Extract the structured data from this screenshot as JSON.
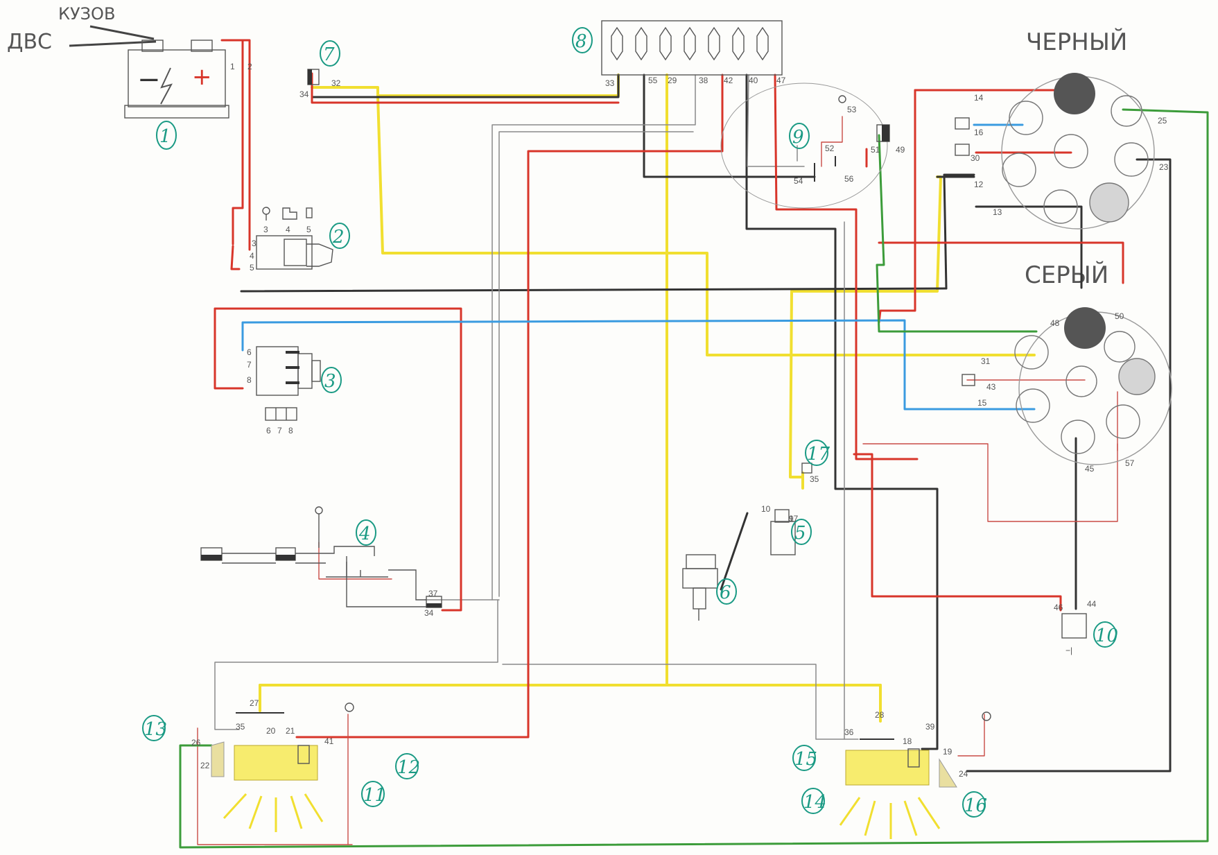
{
  "header": {
    "dvs": "ДВС",
    "kuzov": "КУЗОВ",
    "black_socket": "ЧЕРНЫЙ",
    "gray_socket": "СЕРЫЙ"
  },
  "battery": {
    "minus": "−",
    "plus": "+"
  },
  "component_numbers": [
    "1",
    "2",
    "3",
    "4",
    "5",
    "6",
    "7",
    "8",
    "9",
    "10",
    "11",
    "12",
    "13",
    "14",
    "15",
    "16",
    "17"
  ],
  "switch2_labels": [
    "3",
    "4",
    "5"
  ],
  "switch3_labels": [
    "6",
    "7",
    "8"
  ],
  "socket10_label": "−|",
  "wire_tags": [
    "1",
    "2",
    "3",
    "4",
    "5",
    "6",
    "7",
    "8",
    "9",
    "10",
    "12",
    "13",
    "14",
    "15",
    "16",
    "17",
    "18",
    "19",
    "20",
    "21",
    "22",
    "23",
    "24",
    "25",
    "26",
    "27",
    "28",
    "29",
    "30",
    "31",
    "32",
    "33",
    "34",
    "34",
    "35",
    "35",
    "36",
    "37",
    "38",
    "39",
    "40",
    "41",
    "42",
    "43",
    "44",
    "45",
    "46",
    "47",
    "48",
    "49",
    "50",
    "51",
    "52",
    "53",
    "54",
    "55",
    "56",
    "57"
  ],
  "colors": {
    "red": "#d8352a",
    "black": "#333333",
    "gray": "#8a8a8a",
    "yellow": "#f1df30",
    "blue": "#3a9be0",
    "green": "#3c9c3a",
    "label_teal": "#1a9a84",
    "lamp_fill": "#f7ec6e"
  }
}
